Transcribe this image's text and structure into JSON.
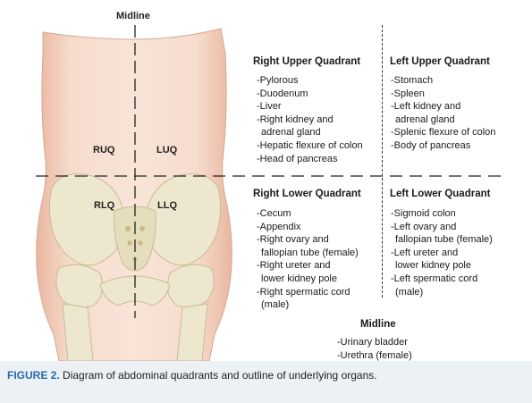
{
  "figure": {
    "midline_top": "Midline",
    "midline_bottom": "Midline",
    "quadrant_labels": {
      "ruq": "RUQ",
      "luq": "LUQ",
      "rlq": "RLQ",
      "llq": "LLQ"
    },
    "quadrants": {
      "right_upper": {
        "title": "Right Upper Quadrant",
        "items": [
          "-Pylorous",
          "-Duodenum",
          "-Liver",
          "-Right kidney and",
          "adrenal gland",
          "-Hepatic flexure of colon",
          "-Head of pancreas"
        ]
      },
      "left_upper": {
        "title": "Left Upper Quadrant",
        "items": [
          "-Stomach",
          "-Spleen",
          "-Left kidney and",
          "adrenal gland",
          "-Splenic flexure of colon",
          "-Body of pancreas"
        ]
      },
      "right_lower": {
        "title": "Right Lower Quadrant",
        "items": [
          "-Cecum",
          "-Appendix",
          "-Right ovary and",
          "fallopian tube (female)",
          "-Right ureter and",
          "lower kidney pole",
          "-Right spermatic cord",
          "(male)"
        ]
      },
      "left_lower": {
        "title": "Left Lower Quadrant",
        "items": [
          "-Sigmoid colon",
          "-Left ovary and",
          "fallopian tube (female)",
          "-Left ureter and",
          "lower kidney pole",
          "-Left spermatic cord",
          "(male)"
        ]
      }
    },
    "midline_items": [
      "-Urinary bladder",
      "-Urethra (female)"
    ],
    "caption": {
      "label": "FIGURE 2.",
      "text": "Diagram of abdominal quadrants and outline of underlying organs."
    },
    "colors": {
      "skin": "#f3d3c2",
      "bone": "#ece6cf",
      "caption_label": "#2a6aa8",
      "background": "#ecf1f6"
    }
  }
}
